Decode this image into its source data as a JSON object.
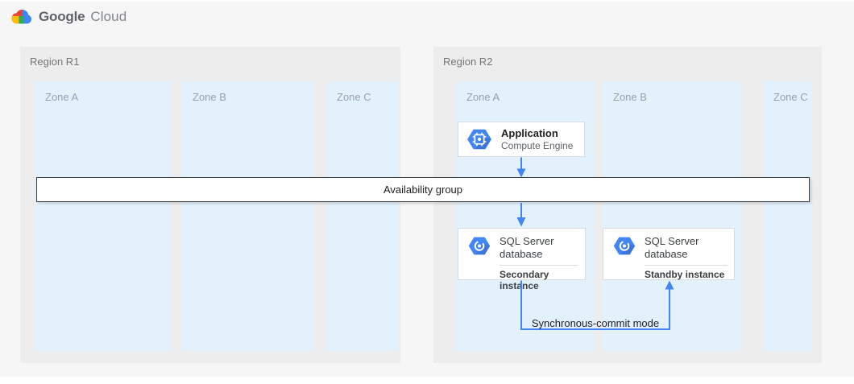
{
  "header": {
    "brand": {
      "primary": "Google",
      "secondary": "Cloud"
    },
    "logo_icon": "google-cloud-logo-icon"
  },
  "regions": [
    {
      "label": "Region R1",
      "zones": [
        {
          "label": "Zone A"
        },
        {
          "label": "Zone B"
        },
        {
          "label": "Zone C"
        }
      ]
    },
    {
      "label": "Region R2",
      "zones": [
        {
          "label": "Zone A"
        },
        {
          "label": "Zone B"
        },
        {
          "label": "Zone C"
        }
      ]
    }
  ],
  "nodes": {
    "application": {
      "title": "Application",
      "subtitle": "Compute Engine",
      "icon": "compute-engine-icon"
    },
    "sql_secondary": {
      "title": "SQL Server database",
      "instance": "Secondary instance",
      "icon": "sql-server-database-icon"
    },
    "sql_standby": {
      "title": "SQL Server database",
      "instance": "Standby instance",
      "icon": "sql-server-database-icon"
    }
  },
  "labels": {
    "availability_group": "Availability group",
    "sync_mode": "Synchronous-commit mode"
  },
  "colors": {
    "google_blue": "#4285f4",
    "zone_fill": "#e3f1fc",
    "region_fill": "#ededee",
    "canvas_bg": "#f6f6f7",
    "bar_border": "#3c4043",
    "logo_red": "#ea4335",
    "logo_yellow": "#fbbc05",
    "logo_green": "#34a853",
    "text_dark": "#202124",
    "region_label_gray": "#757575",
    "zone_label_gray": "#9aa0a6"
  }
}
